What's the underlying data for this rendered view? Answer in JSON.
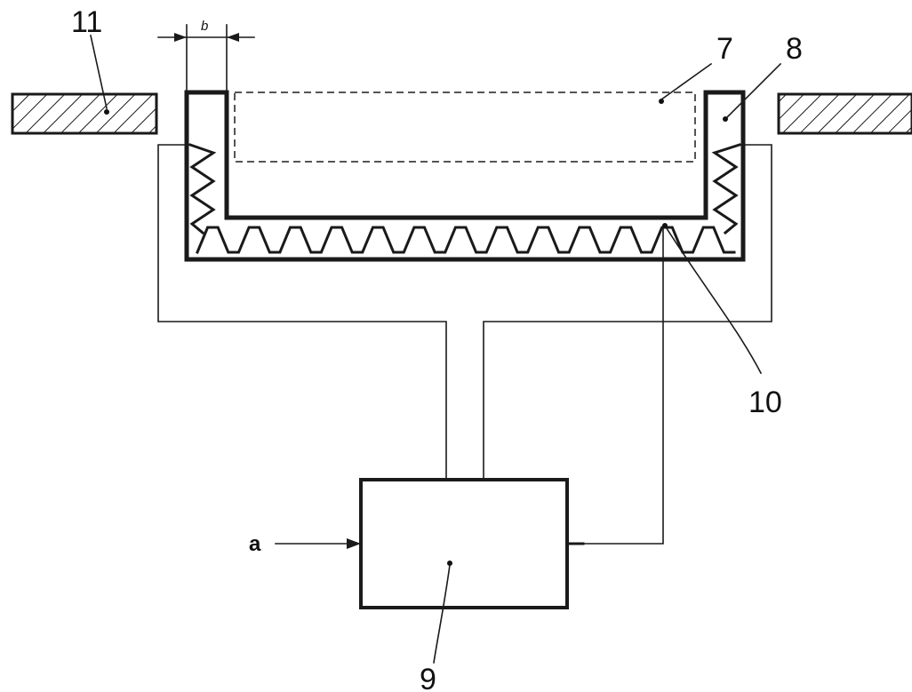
{
  "labels": {
    "ref_11": "11",
    "ref_7": "7",
    "ref_8": "8",
    "ref_10": "10",
    "ref_9": "9",
    "dim_b": "b",
    "input_a": "a"
  },
  "colors": {
    "line": "#1a1a1a",
    "background": "#ffffff"
  }
}
